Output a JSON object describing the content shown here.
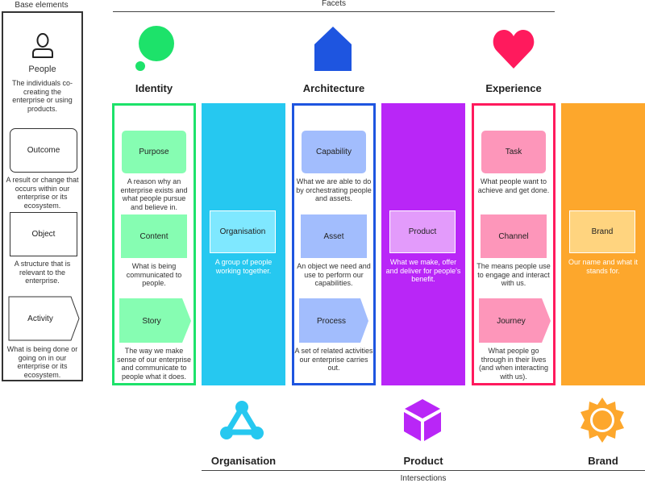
{
  "base_elements": {
    "label": "Base elements",
    "people": {
      "icon": "person-icon",
      "title": "People",
      "description": "The individuals co-creating the enterprise or using products."
    },
    "items": [
      {
        "title": "Outcome",
        "shape": "rounded-rectangle",
        "description": "A result or change that occurs within our enterprise or its ecosystem."
      },
      {
        "title": "Object",
        "shape": "rectangle",
        "description": "A structure that is relevant to the enterprise."
      },
      {
        "title": "Activity",
        "shape": "chevron",
        "description": "What is being done or going on in our enterprise or its ecosystem."
      }
    ]
  },
  "facets": {
    "label": "Facets",
    "columns": [
      {
        "title": "Identity",
        "icon": "thought-bubble-icon",
        "color": "#1de26a",
        "card_color": "#86fdb2",
        "cards": [
          {
            "title": "Purpose",
            "description": "A reason why an enterprise exists and what people pursue and believe in."
          },
          {
            "title": "Content",
            "description": "What is being communicated to people."
          },
          {
            "title": "Story",
            "description": "The way we make sense of our enterprise and communicate to people what it does."
          }
        ]
      },
      {
        "title": "Architecture",
        "icon": "house-icon",
        "color": "#1e55e0",
        "card_color": "#a2bdfd",
        "cards": [
          {
            "title": "Capability",
            "description": "What we are able to do by orchestrating people and assets."
          },
          {
            "title": "Asset",
            "description": "An object we need and use to perform our capabilities."
          },
          {
            "title": "Process",
            "description": "A set of related activities our enterprise carries out."
          }
        ]
      },
      {
        "title": "Experience",
        "icon": "heart-icon",
        "color": "#ff1a5d",
        "card_color": "#fd96ba",
        "cards": [
          {
            "title": "Task",
            "description": "What people want to achieve and get done."
          },
          {
            "title": "Channel",
            "description": "The means people use to engage and interact with us."
          },
          {
            "title": "Journey",
            "description": "What people go through in their lives (and when interacting with us)."
          }
        ]
      }
    ]
  },
  "intersections": {
    "label": "Intersections",
    "columns": [
      {
        "title": "Organisation",
        "icon": "network-triangle-icon",
        "color": "#26c8f0",
        "box_color": "#7fe8ff",
        "description": "A group of people working together."
      },
      {
        "title": "Product",
        "icon": "cube-icon",
        "color": "#b926f7",
        "box_color": "#e39bfb",
        "description": "What we make, offer and deliver for people's benefit."
      },
      {
        "title": "Brand",
        "icon": "sun-icon",
        "color": "#fda72c",
        "box_color": "#ffd47f",
        "description": "Our name and what it stands for."
      }
    ]
  }
}
